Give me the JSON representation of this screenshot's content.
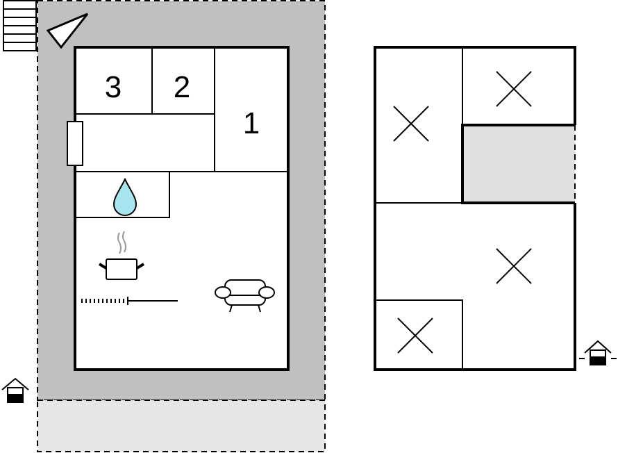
{
  "floor_plan": {
    "ground_floor": {
      "rooms": [
        {
          "label": "3"
        },
        {
          "label": "2"
        },
        {
          "label": "1"
        }
      ]
    },
    "colors": {
      "terrace": "#c0c0c0",
      "garden": "#e6e6e6",
      "water": "#a8e4f0",
      "walls": "#000000"
    },
    "icons": [
      "stairs-icon",
      "north-arrow-icon",
      "water-drop-icon",
      "cooking-pot-icon",
      "sofa-icon",
      "entrance-icon",
      "bed-cross-icon"
    ]
  }
}
